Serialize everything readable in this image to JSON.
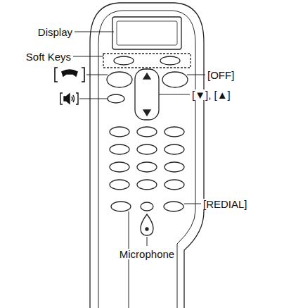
{
  "diagram": {
    "labels": [
      "Display",
      "Soft Keys",
      "[OFF]",
      "[▼], [▲]",
      "[REDIAL]",
      "Microphone"
    ]
  }
}
